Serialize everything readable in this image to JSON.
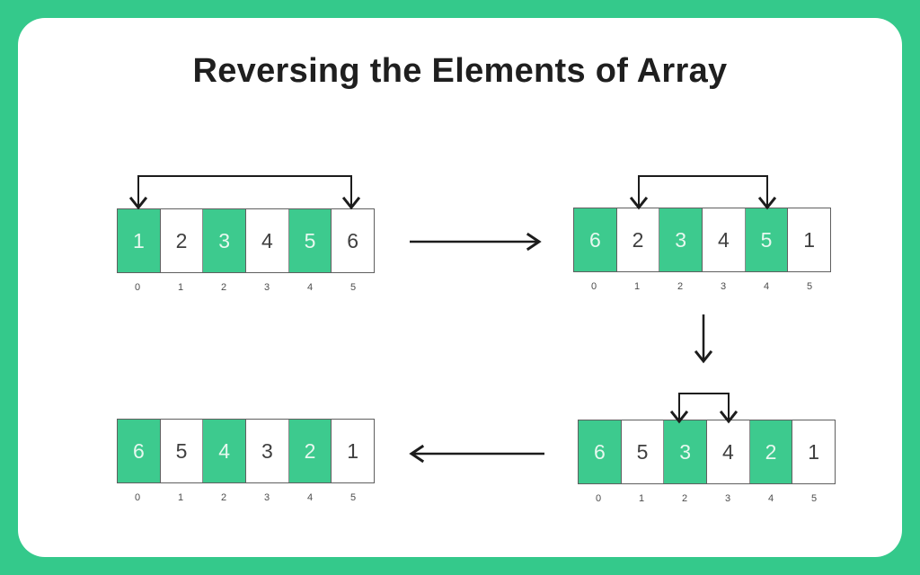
{
  "title": "Reversing the Elements of Array",
  "colors": {
    "frame_green": "#34C98B",
    "cell_green": "#3DCA8E",
    "card_white": "#FFFFFF",
    "arrow_black": "#1C1C1C"
  },
  "green_cell_positions": [
    0,
    2,
    4
  ],
  "steps": [
    {
      "name": "initial-array",
      "values": [
        "1",
        "2",
        "3",
        "4",
        "5",
        "6"
      ],
      "indices": [
        "0",
        "1",
        "2",
        "3",
        "4",
        "5"
      ],
      "swap_from_index": 0,
      "swap_to_index": 5
    },
    {
      "name": "after-first-swap",
      "values": [
        "6",
        "2",
        "3",
        "4",
        "5",
        "1"
      ],
      "indices": [
        "0",
        "1",
        "2",
        "3",
        "4",
        "5"
      ],
      "swap_from_index": 1,
      "swap_to_index": 4
    },
    {
      "name": "after-second-swap",
      "values": [
        "6",
        "5",
        "3",
        "4",
        "2",
        "1"
      ],
      "indices": [
        "0",
        "1",
        "2",
        "3",
        "4",
        "5"
      ],
      "swap_from_index": 2,
      "swap_to_index": 3
    },
    {
      "name": "final-reversed-array",
      "values": [
        "6",
        "5",
        "4",
        "3",
        "2",
        "1"
      ],
      "indices": [
        "0",
        "1",
        "2",
        "3",
        "4",
        "5"
      ]
    }
  ]
}
